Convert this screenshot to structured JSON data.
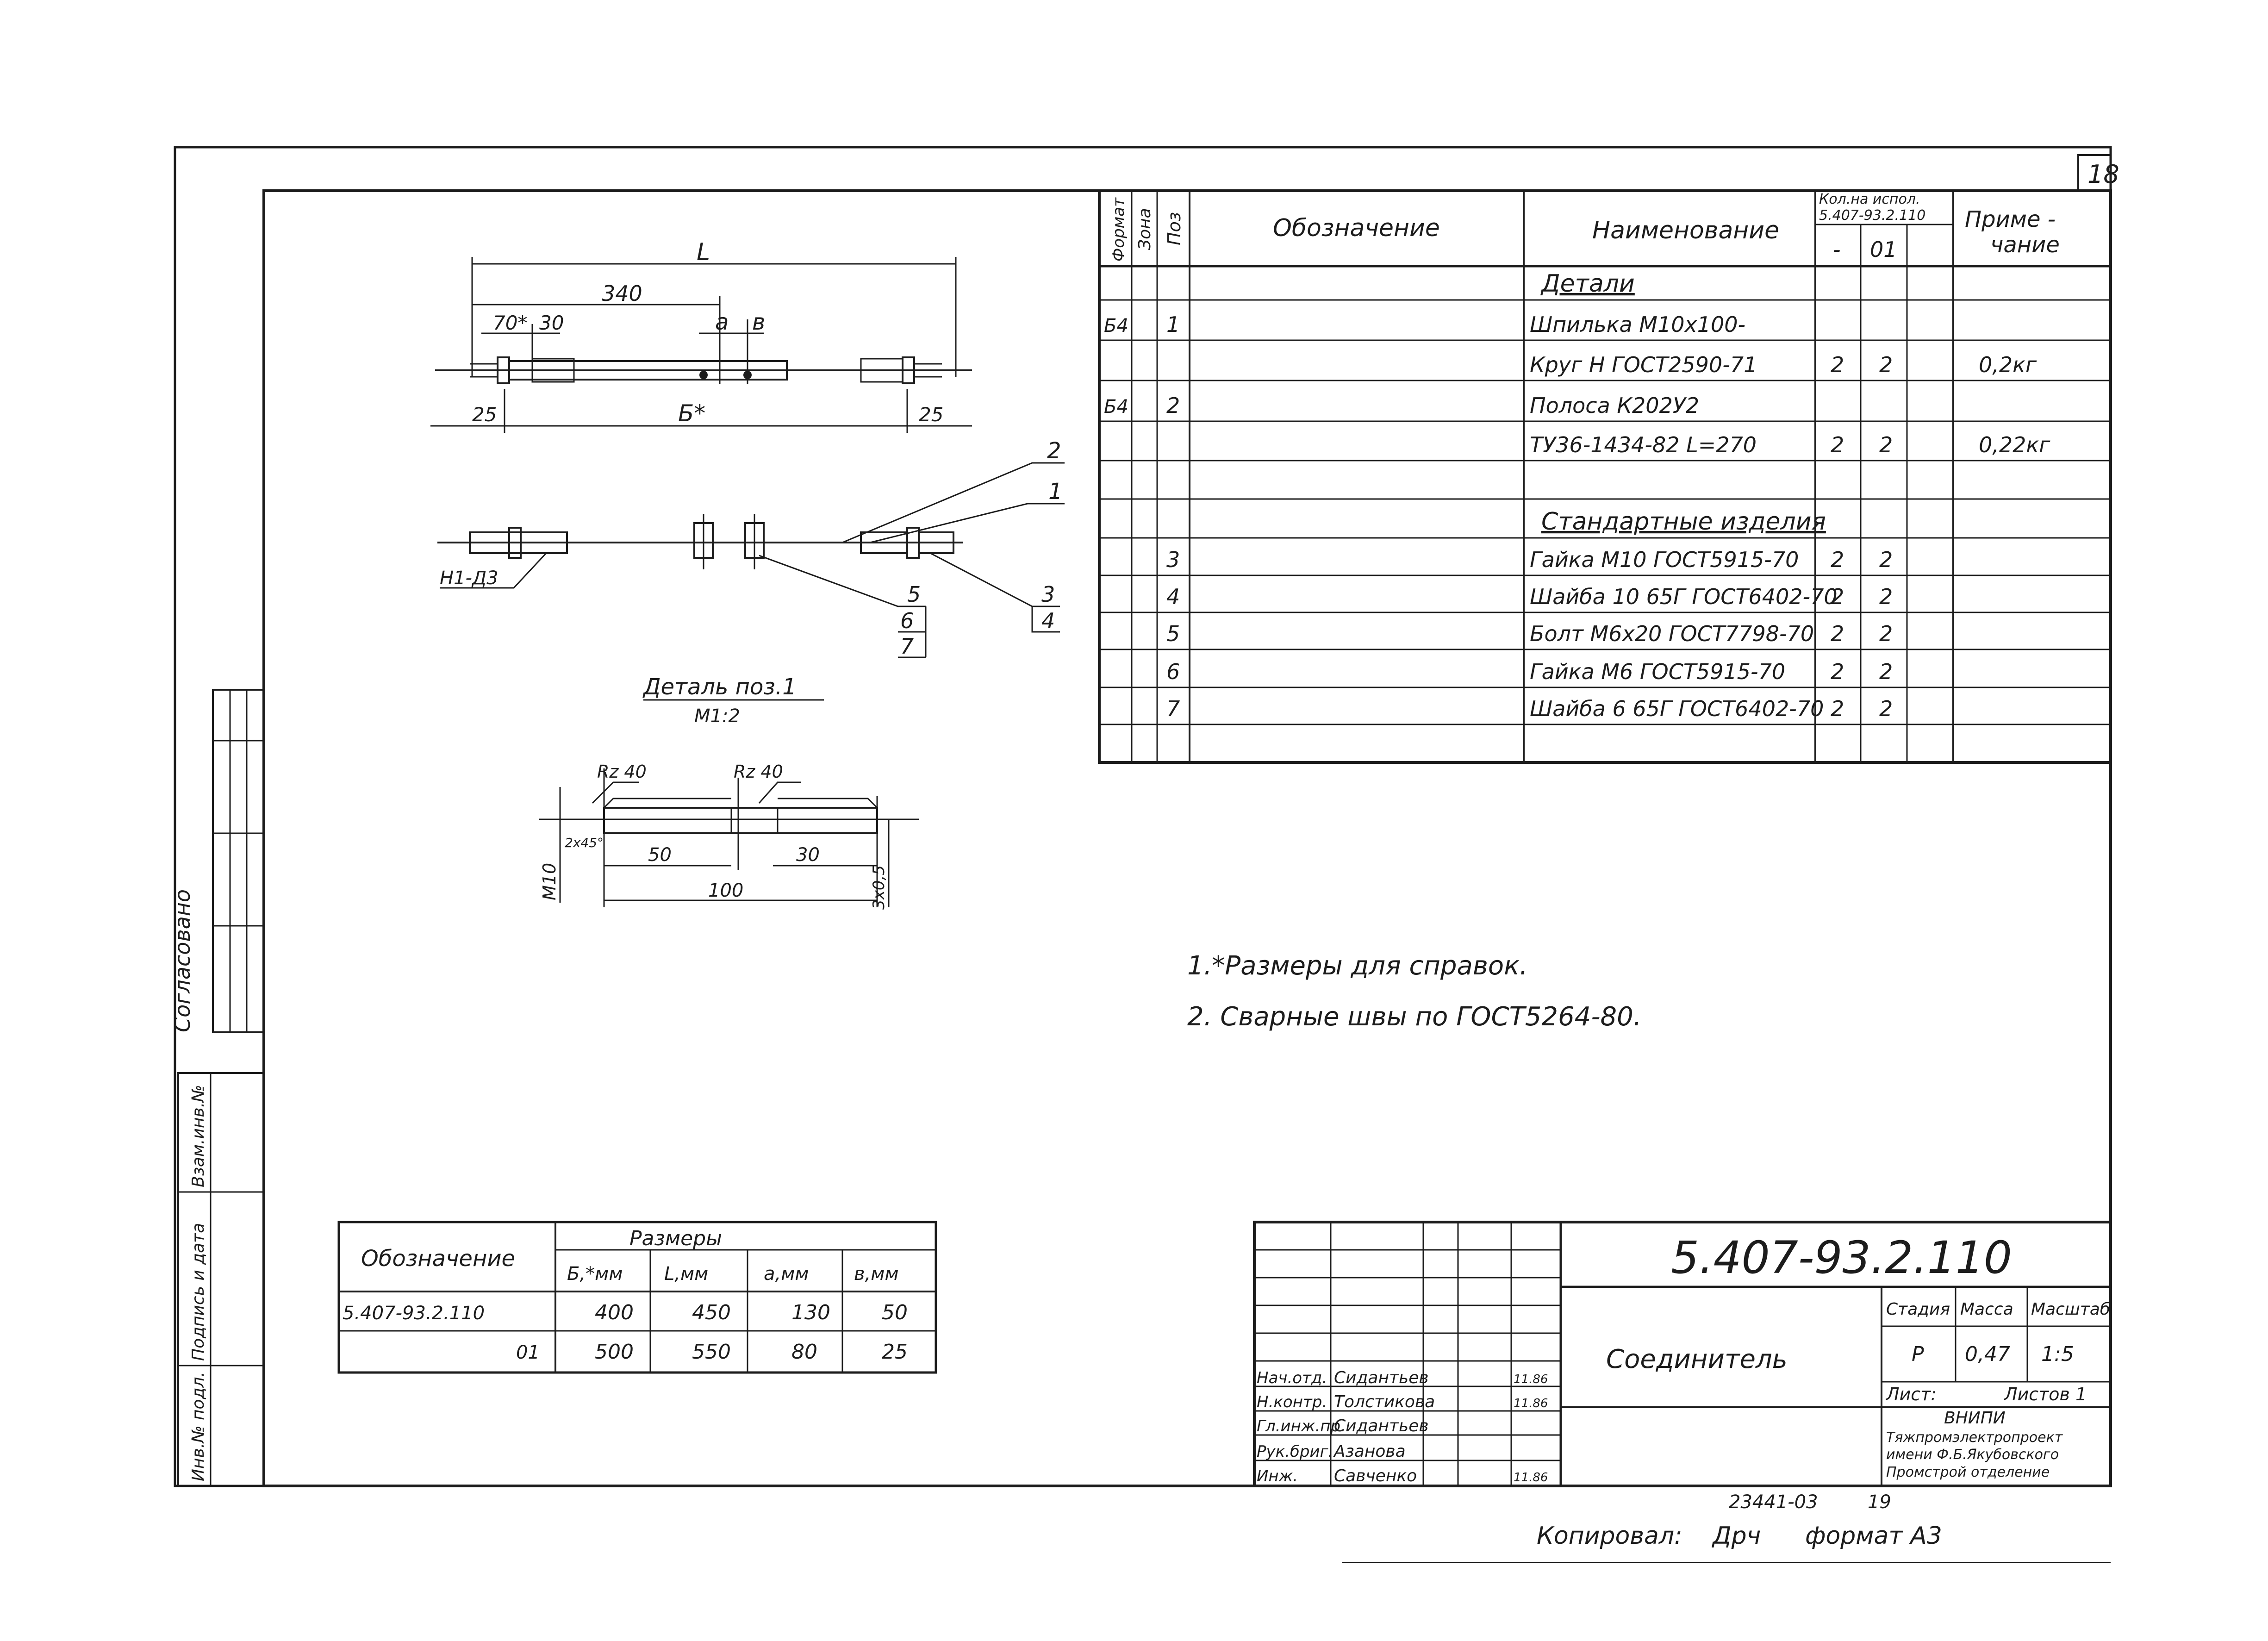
{
  "sheet": {
    "number": "18",
    "copied_by": "Копировал:",
    "copier_sign": "Дрч",
    "format": "формат А3",
    "inventory": "23441-03",
    "inventory_page": "19",
    "agreed": "Согласовано",
    "side_labels": [
      "Инв.№ подл.",
      "Подпись и дата",
      "Взам.инв.№"
    ]
  },
  "spec": {
    "headers": {
      "format": "Формат",
      "zone": "Зона",
      "pos": "Поз",
      "designation": "Обозначение",
      "name": "Наименование",
      "qty_top": "Кол.на испол.",
      "qty_doc": "5.407-93.2.110",
      "qty_dash": "-",
      "qty_01": "01",
      "note": "Приме-\nчание"
    },
    "rows": [
      {
        "format": "",
        "pos": "",
        "name": "Детали",
        "heading": true,
        "q1": "",
        "q2": "",
        "note": ""
      },
      {
        "format": "Б4",
        "pos": "1",
        "name": "Шпилька М10х100-",
        "q1": "",
        "q2": "",
        "note": ""
      },
      {
        "format": "",
        "pos": "",
        "name": "Круг Н ГОСТ2590-71",
        "q1": "2",
        "q2": "2",
        "note": "0,2кг"
      },
      {
        "format": "Б4",
        "pos": "2",
        "name": "Полоса К202У2",
        "q1": "",
        "q2": "",
        "note": ""
      },
      {
        "format": "",
        "pos": "",
        "name": "ТУ36-1434-82 L=270",
        "q1": "2",
        "q2": "2",
        "note": "0,22кг"
      },
      {
        "format": "",
        "pos": "",
        "name": "",
        "q1": "",
        "q2": "",
        "note": ""
      },
      {
        "format": "",
        "pos": "",
        "name": "Стандартные изделия",
        "heading": true,
        "q1": "",
        "q2": "",
        "note": ""
      },
      {
        "format": "",
        "pos": "3",
        "name": "Гайка М10 ГОСТ5915-70",
        "q1": "2",
        "q2": "2",
        "note": ""
      },
      {
        "format": "",
        "pos": "4",
        "name": "Шайба 10 65Г ГОСТ6402-70",
        "q1": "2",
        "q2": "2",
        "note": ""
      },
      {
        "format": "",
        "pos": "5",
        "name": "Болт М6х20 ГОСТ7798-70",
        "q1": "2",
        "q2": "2",
        "note": ""
      },
      {
        "format": "",
        "pos": "6",
        "name": "Гайка М6 ГОСТ5915-70",
        "q1": "2",
        "q2": "2",
        "note": ""
      },
      {
        "format": "",
        "pos": "7",
        "name": "Шайба 6 65Г ГОСТ6402-70",
        "q1": "2",
        "q2": "2",
        "note": ""
      },
      {
        "format": "",
        "pos": "",
        "name": "",
        "q1": "",
        "q2": "",
        "note": ""
      }
    ]
  },
  "drawing": {
    "dim_L": "L",
    "dim_340": "340",
    "dim_70": "70*",
    "dim_30": "30",
    "dim_a": "a",
    "dim_b": "в",
    "dim_25_left": "25",
    "dim_B": "Б*",
    "dim_25_right": "25",
    "weld_label": "Н1-Д3",
    "callouts": [
      "2",
      "1",
      "5",
      "6",
      "7",
      "3",
      "4"
    ]
  },
  "detail": {
    "title": "Деталь поз.1",
    "scale": "М1:2",
    "rz_left": "Rz 40",
    "rz_right": "Rz 40",
    "m10": "М10",
    "chamfer": "2х45°",
    "dim_50": "50",
    "dim_30": "30",
    "dim_100": "100",
    "dim_right": "3х0,5"
  },
  "notes": [
    "1.*Размеры для справок.",
    "2. Сварные швы по ГОСТ5264-80."
  ],
  "dims_table": {
    "col_designation": "Обозначение",
    "group": "Размеры",
    "cols": [
      "Б,*мм",
      "L,мм",
      "а,мм",
      "в,мм"
    ],
    "rows": [
      {
        "designation": "5.407-93.2.110",
        "values": [
          "400",
          "450",
          "130",
          "50"
        ]
      },
      {
        "designation": "01",
        "values": [
          "500",
          "550",
          "80",
          "25"
        ]
      }
    ]
  },
  "title_block": {
    "doc_number": "5.407-93.2.110",
    "name": "Соединитель",
    "stage_label": "Стадия",
    "mass_label": "Масса",
    "scale_label": "Масштаб",
    "stage": "Р",
    "mass": "0,47",
    "scale": "1:5",
    "sheet_label": "Лист:",
    "sheets_label": "Листов 1",
    "org1": "ВНИПИ",
    "org2": "Тяжпромэлектропроект",
    "org3": "имени Ф.Б.Якубовского",
    "org4": "Промстрой отделение",
    "people": [
      {
        "role": "Нач.отд.",
        "name": "Сидантьев",
        "date": "11.86"
      },
      {
        "role": "Н.контр.",
        "name": "Толстикова",
        "date": "11.86"
      },
      {
        "role": "Гл.инж.пр.",
        "name": "Сидантьев",
        "date": ""
      },
      {
        "role": "Рук.бриг.",
        "name": "Азанова",
        "date": ""
      },
      {
        "role": "Инж.",
        "name": "Савченко",
        "date": "11.86"
      }
    ]
  }
}
